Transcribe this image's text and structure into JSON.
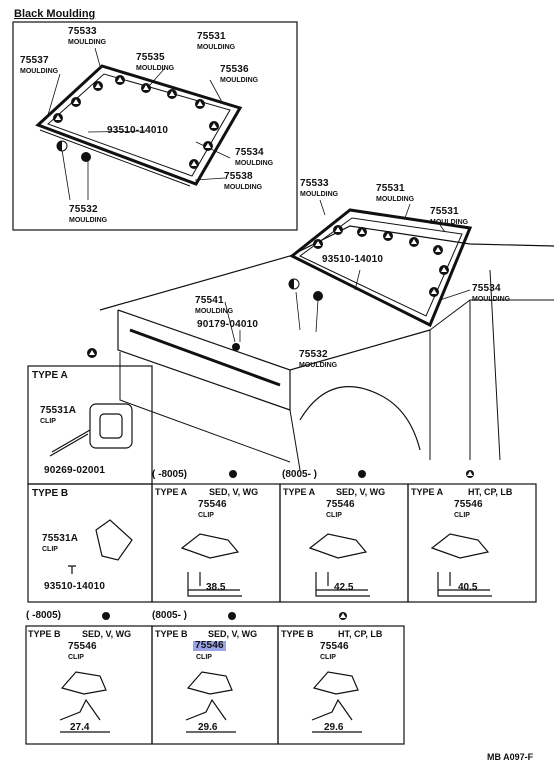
{
  "title": "Black Moulding",
  "footer_code": "MB A097-F",
  "top_panel": {
    "labels": [
      {
        "num": "75533",
        "sub": "MOULDING"
      },
      {
        "num": "75531",
        "sub": "MOULDING"
      },
      {
        "num": "75537",
        "sub": "MOULDING"
      },
      {
        "num": "75535",
        "sub": "MOULDING"
      },
      {
        "num": "75536",
        "sub": "MOULDING"
      },
      {
        "num": "93510-14010",
        "sub": ""
      },
      {
        "num": "75534",
        "sub": "MOULDING"
      },
      {
        "num": "75538",
        "sub": "MOULDING"
      },
      {
        "num": "75532",
        "sub": "MOULDING"
      }
    ]
  },
  "car_view": {
    "labels": [
      {
        "num": "75533",
        "sub": "MOULDING"
      },
      {
        "num": "75531",
        "sub": "MOULDING"
      },
      {
        "num": "75531",
        "sub": "MOULDING"
      },
      {
        "num": "93510-14010",
        "sub": ""
      },
      {
        "num": "75534",
        "sub": "MOULDING"
      },
      {
        "num": "75541",
        "sub": "MOULDING"
      },
      {
        "num": "90179-04010",
        "sub": ""
      },
      {
        "num": "75532",
        "sub": "MOULDING"
      }
    ]
  },
  "type_a_box": {
    "title": "TYPE A",
    "clip_num": "75531A",
    "clip_sub": "CLIP",
    "bolt": "90269-02001"
  },
  "type_b_box": {
    "title": "TYPE B",
    "clip_num": "75531A",
    "clip_sub": "CLIP",
    "screw": "93510-14010"
  },
  "row1_headers": [
    "(    -8005)",
    "(8005-        )"
  ],
  "row2_headers": [
    "(    -8005)",
    "(8005-        )"
  ],
  "row1_cells": [
    {
      "type": "TYPE A",
      "models": "SED, V, WG",
      "part": "75546",
      "sub": "CLIP",
      "dim": "38.5"
    },
    {
      "type": "TYPE A",
      "models": "SED, V, WG",
      "part": "75546",
      "sub": "CLIP",
      "dim": "42.5"
    },
    {
      "type": "TYPE A",
      "models": "HT, CP, LB",
      "part": "75546",
      "sub": "CLIP",
      "dim": "40.5"
    }
  ],
  "row2_cells": [
    {
      "type": "TYPE B",
      "models": "SED, V, WG",
      "part": "75546",
      "sub": "CLIP",
      "dim": "27.4"
    },
    {
      "type": "TYPE B",
      "models": "SED, V, WG",
      "part": "75546",
      "sub": "CLIP",
      "dim": "29.6"
    },
    {
      "type": "TYPE B",
      "models": "HT, CP, LB",
      "part": "75546",
      "sub": "CLIP",
      "dim": "29.6"
    }
  ]
}
